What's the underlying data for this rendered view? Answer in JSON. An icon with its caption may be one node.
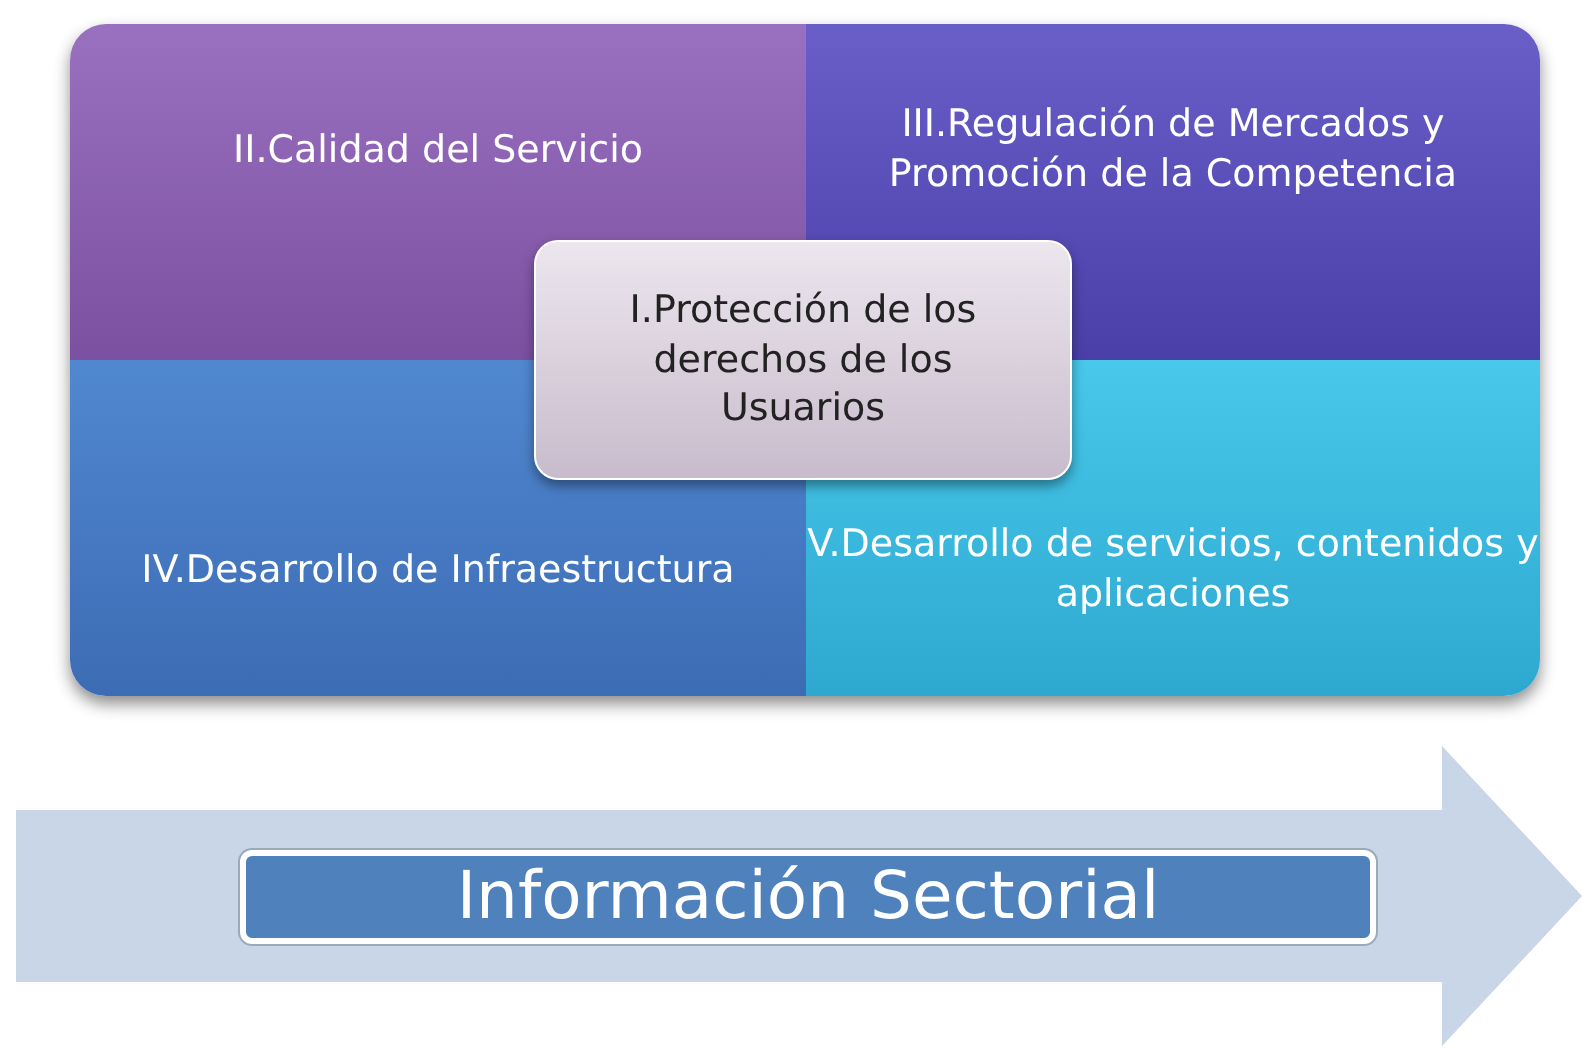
{
  "diagram": {
    "nodes": [
      {
        "text": [
          "II.Calidad del Servicio"
        ]
      },
      {
        "text": [
          "III.Regulación de Mercados y Promoción de la Competencia"
        ]
      },
      {
        "text": [
          "I.Protección de los derechos de los Usuarios"
        ]
      },
      {
        "text": [
          "IV.Desarrollo de Infraestructura"
        ]
      },
      {
        "text": [
          "V.Desarrollo de servicios, contenidos y aplicaciones"
        ]
      },
      {
        "text": [],
        "shape": "arrow"
      },
      {
        "text": [
          "Información Sectorial"
        ],
        "in": 5
      }
    ]
  }
}
